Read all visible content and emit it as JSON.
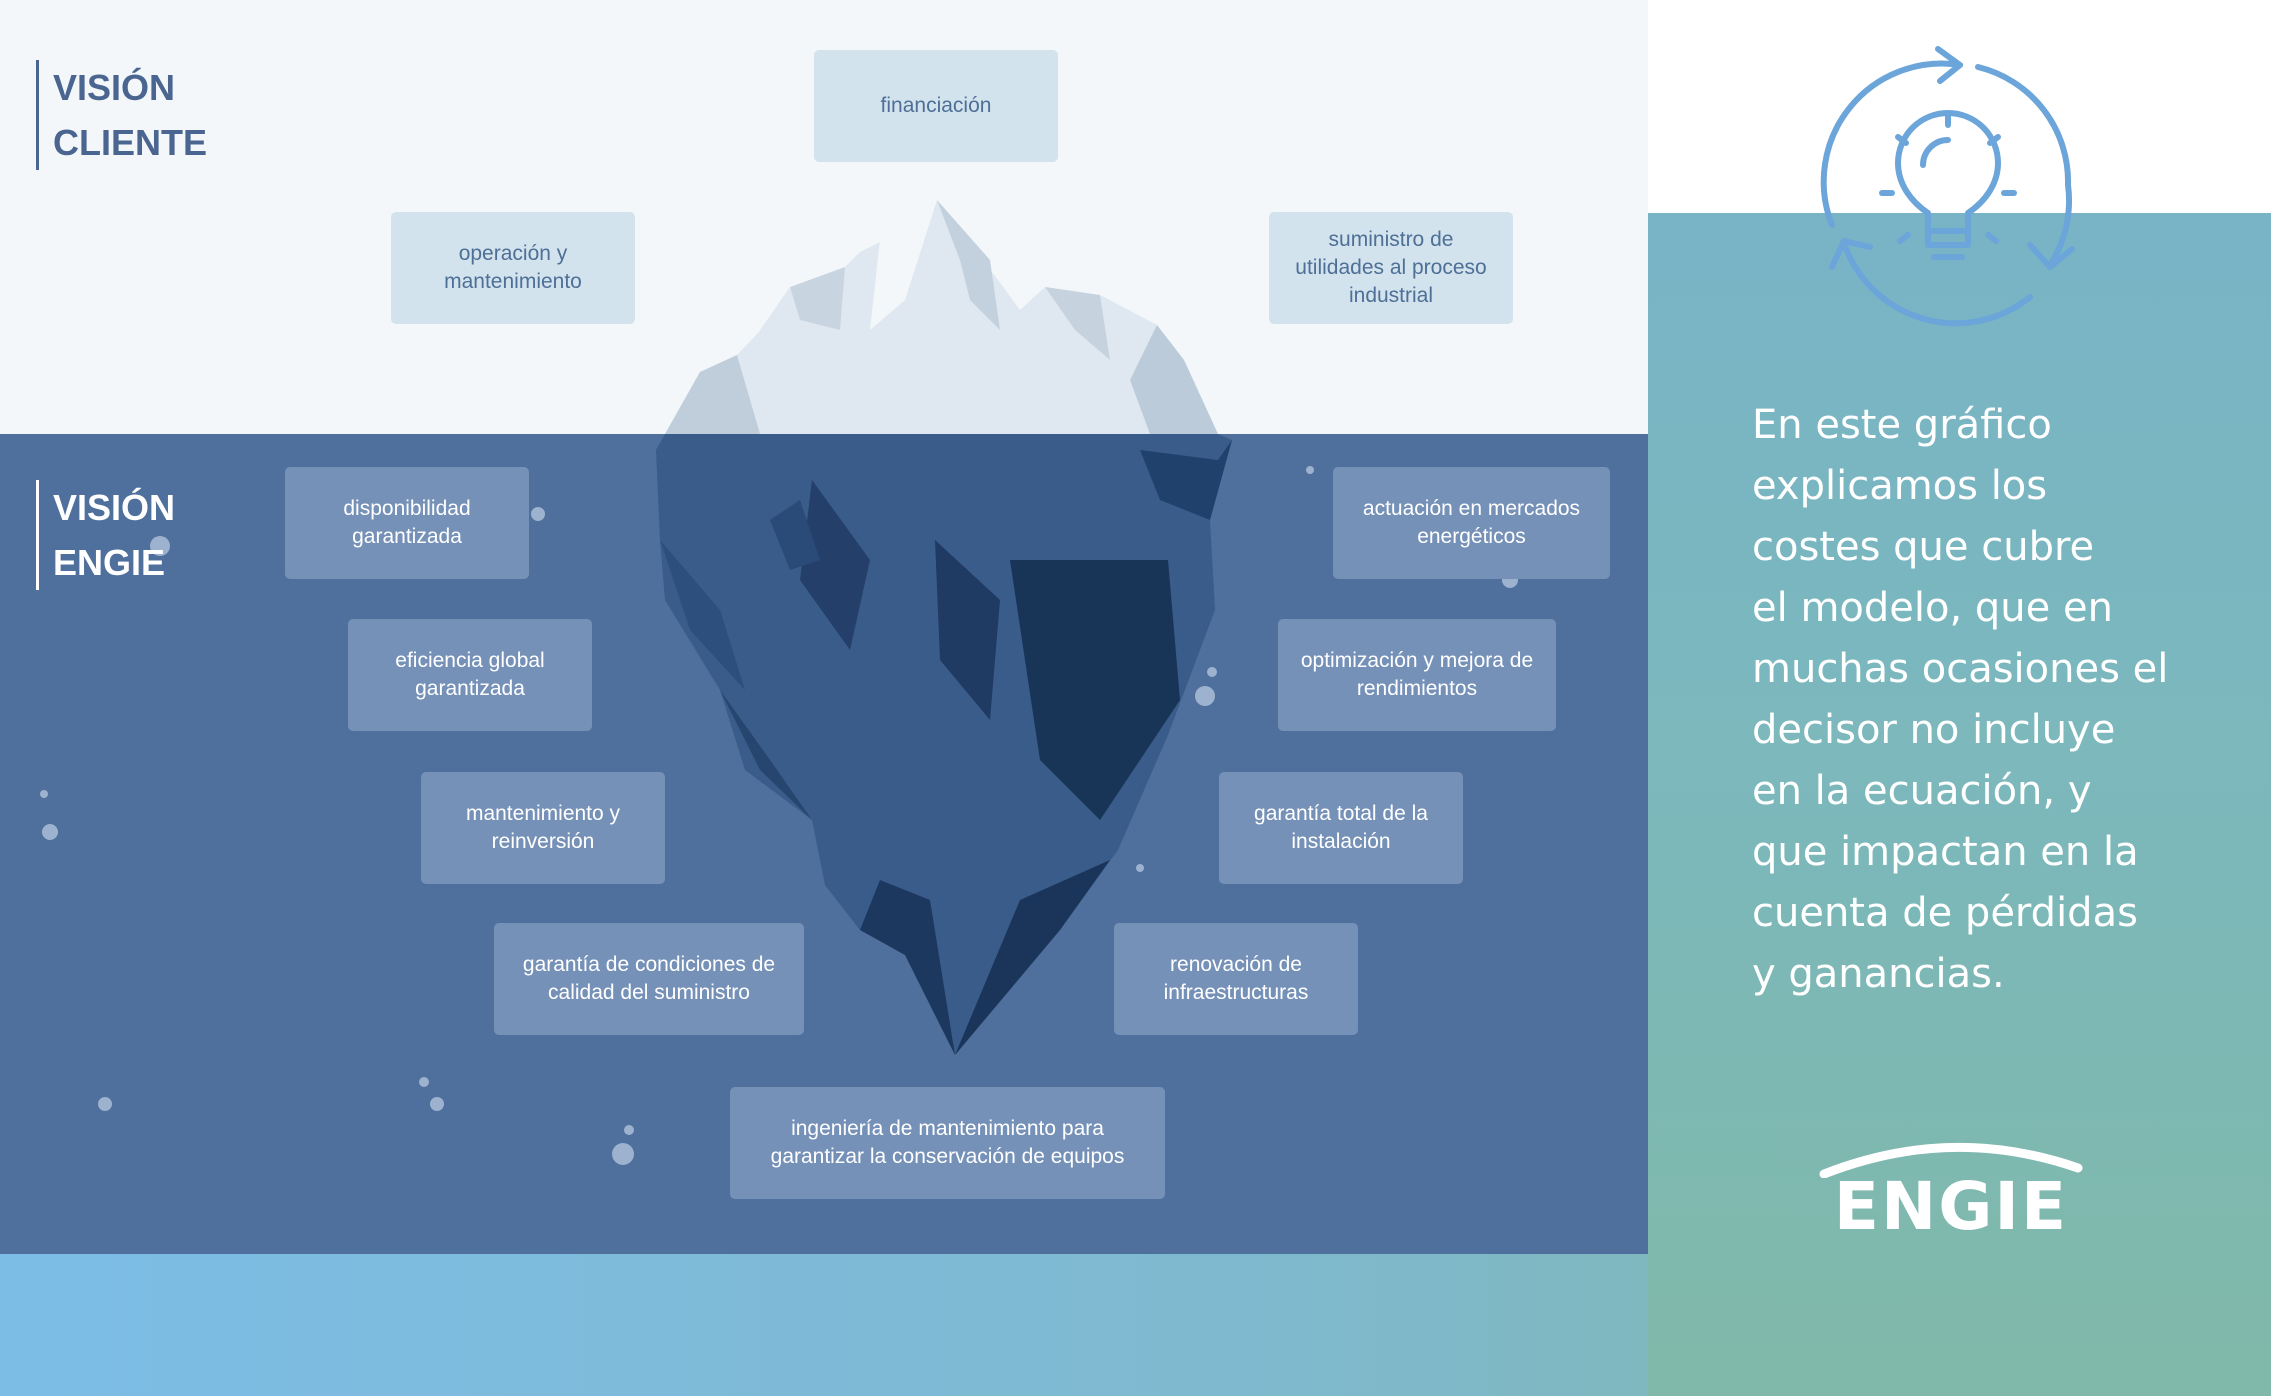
{
  "labels": {
    "cliente": [
      "VISIÓN",
      "CLIENTE"
    ],
    "engie": [
      "VISIÓN",
      "ENGIE"
    ]
  },
  "boxes_cliente": [
    "financiación",
    "operación y mantenimiento",
    "suministro de utilidades al proceso industrial"
  ],
  "boxes_engie": [
    "disponibilidad garantizada",
    "actuación en mercados energéticos",
    "eficiencia global garantizada",
    "optimización y mejora de rendimientos",
    "mantenimiento y reinversión",
    "garantía total de la instalación",
    "garantía de condiciones de calidad del suministro",
    "renovación de infraestructuras",
    "ingeniería de mantenimiento para garantizar la conservación de equipos"
  ],
  "description_lines": [
    "En este gráfico",
    "explicamos los",
    "costes que cubre",
    "el modelo, que en",
    "muchas ocasiones el",
    "decisor no incluye",
    "en la ecuación, y",
    "que impactan en la",
    "cuenta de pérdidas",
    "y ganancias."
  ],
  "logo_text": "ENGIE",
  "icons": [
    "lightbulb-icon",
    "cycle-arrows-icon"
  ],
  "colors": {
    "top_bg": "#f3f7fa",
    "underwater_bg": "#4f6f9c",
    "box_light": "#d3e3ee",
    "box_dark": "#7691b8",
    "accent_blue": "#6ba5d9"
  }
}
